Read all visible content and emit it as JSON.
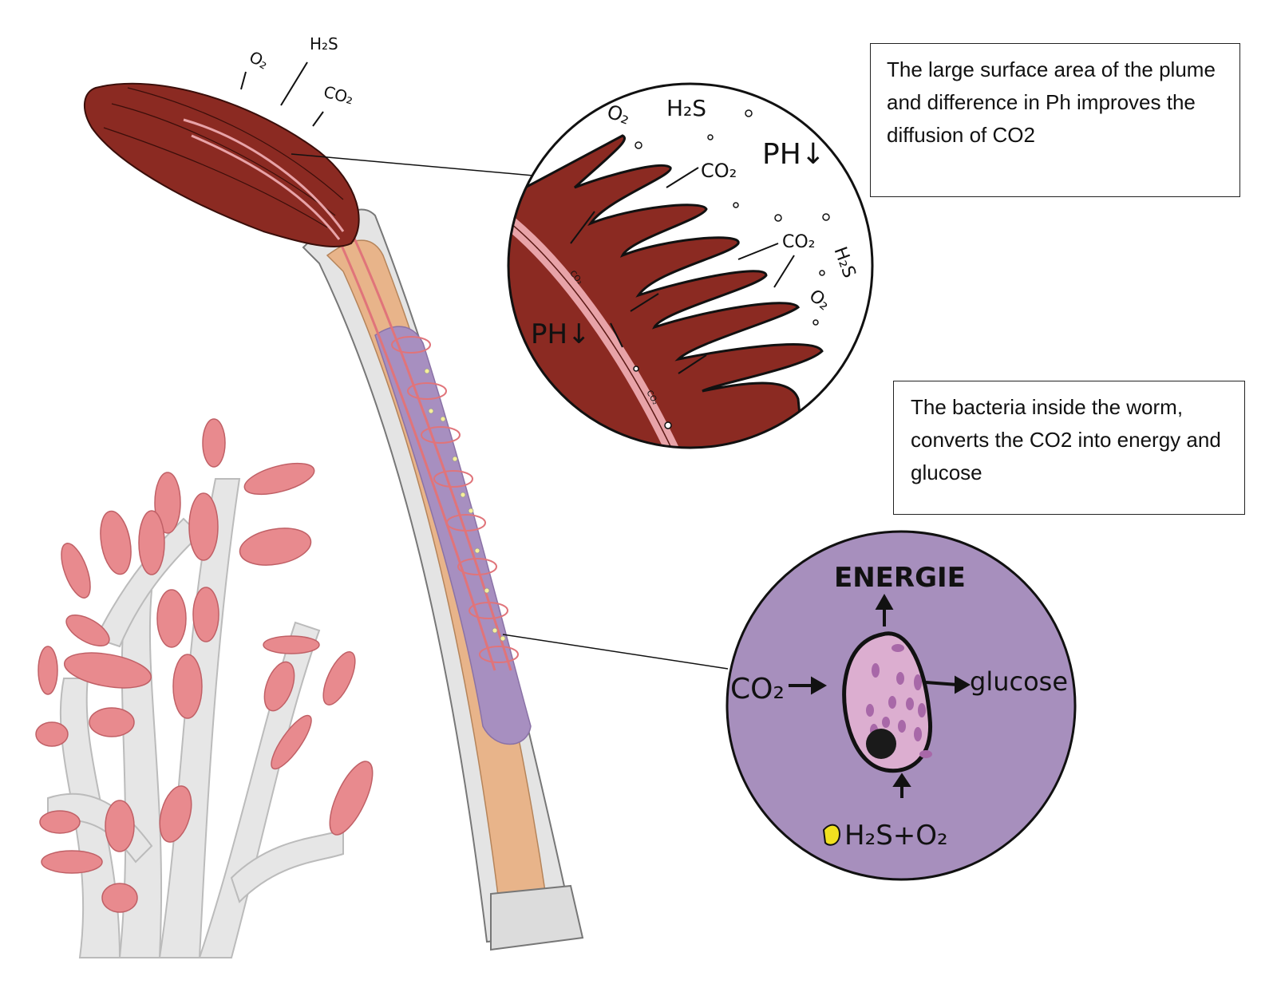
{
  "worm_labels": {
    "o2": "O₂",
    "h2s": "H₂S",
    "co2": "CO₂"
  },
  "plume_zoom": {
    "o2_top": "O₂",
    "h2s_top": "H₂S",
    "ph_outside": "PH↓",
    "co2_a": "CO₂",
    "co2_b": "CO₂",
    "h2s_right": "H₂S",
    "o2_right": "O₂",
    "ph_inside": "PH↓",
    "co2_vessel_a": "CO₂",
    "co2_vessel_b": "CO₂"
  },
  "bacteria_zoom": {
    "energie": "ENERGIE",
    "co2": "CO₂",
    "glucose": "glucose",
    "inputs": "H₂S+O₂"
  },
  "text_boxes": {
    "plume": "The large surface area of the plume and difference in Ph improves the diffusion of CO2",
    "bacteria": "The bacteria inside the worm, converts the CO2 into energy and glucose"
  },
  "colors": {
    "plume": "#8b2a22",
    "vessel": "#e8a3a8",
    "trophosome": "#a78fc0",
    "tube_body": "#e8b48a",
    "tube": "#e4e4e4",
    "cell": "#dcaed0"
  }
}
